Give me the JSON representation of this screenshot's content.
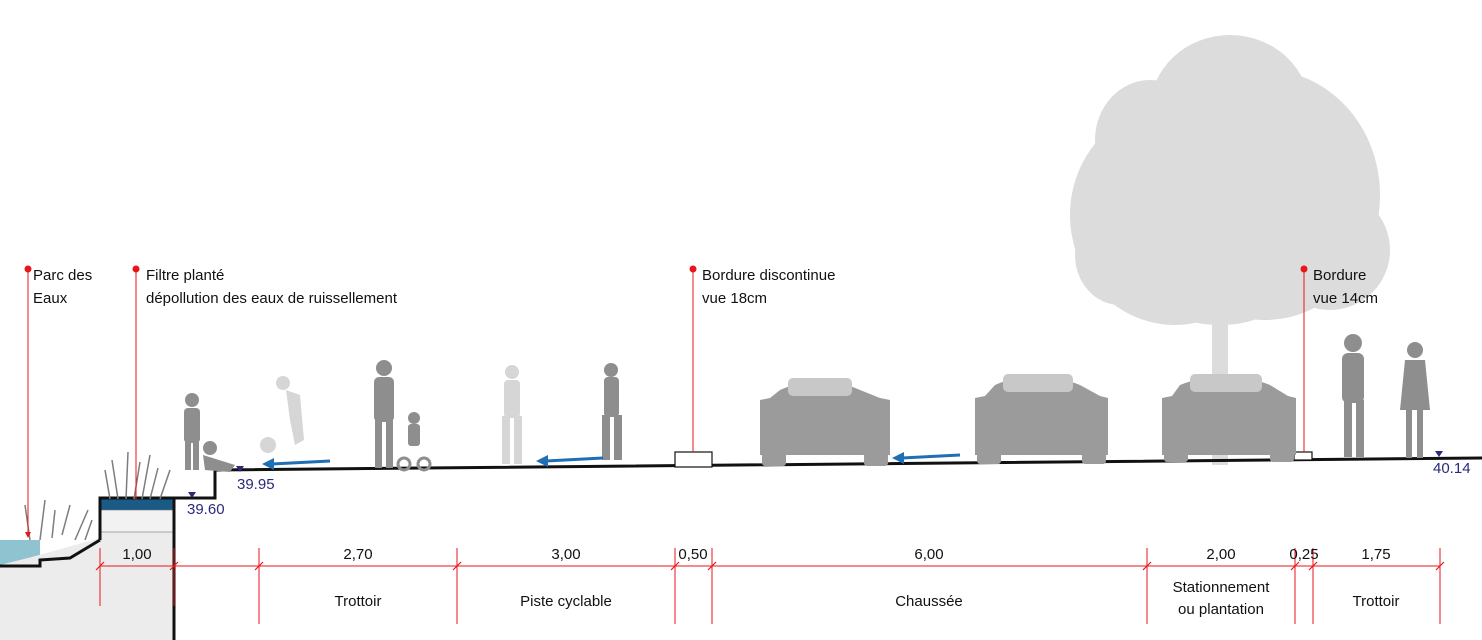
{
  "callouts": {
    "parc": [
      "Parc des",
      "Eaux"
    ],
    "filtre": [
      "Filtre planté",
      "dépollution des eaux de  ruissellement"
    ],
    "bordure_discontinue": [
      "Bordure discontinue",
      "vue 18cm"
    ],
    "bordure": [
      "Bordure",
      "vue 14cm"
    ]
  },
  "levels": [
    "39.95",
    "39.60",
    "40.14"
  ],
  "dimensions": [
    "1,00",
    "2,70",
    "3,00",
    "0,50",
    "6,00",
    "2,00",
    "0,25",
    "1,75"
  ],
  "zones": {
    "trottoir_1": "Trottoir",
    "piste": "Piste cyclable",
    "chaussee": "Chaussée",
    "stationnement": [
      "Stationnement",
      "ou plantation"
    ],
    "trottoir_2": "Trottoir"
  },
  "colors": {
    "dimension_line": "#e8161b",
    "level_marker": "#2a2a7a",
    "flow_arrow": "#1f6fb5",
    "silhouette": "#8e8e8e",
    "faded_silhouette": "#d6d6d6",
    "tree": "#dcdcdc",
    "water": "#8fc3cf",
    "ground": "#ececec"
  }
}
